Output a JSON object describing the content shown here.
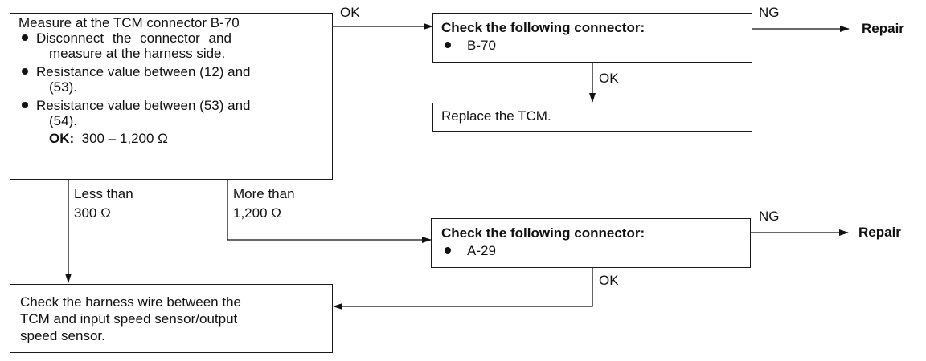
{
  "measure_box": {
    "title": "Measure at the TCM connector B-70",
    "bullets": [
      "Disconnect the connector and",
      "measure at the harness side.",
      "Resistance value between (12) and",
      "(53).",
      "Resistance value between (53) and",
      "(54)."
    ],
    "ok_label": "OK:",
    "ok_value": "300 – 1,200 Ω"
  },
  "check_b70_box": {
    "title": "Check the following connector:",
    "item": "B-70"
  },
  "replace_box": {
    "text": "Replace the TCM."
  },
  "check_a29_box": {
    "title": "Check the following connector:",
    "item": "A-29"
  },
  "harness_box": {
    "lines": [
      "Check the harness wire between the",
      "TCM and input speed sensor/output",
      "speed sensor."
    ]
  },
  "labels": {
    "ok_top": "OK",
    "ng_top": "NG",
    "repair_top": "Repair",
    "ok_mid": "OK",
    "less_than_1": "Less than",
    "less_than_2": "300 Ω",
    "more_than_1": "More than",
    "more_than_2": "1,200 Ω",
    "ng_bottom": "NG",
    "repair_bottom": "Repair",
    "ok_bottom": "OK"
  }
}
